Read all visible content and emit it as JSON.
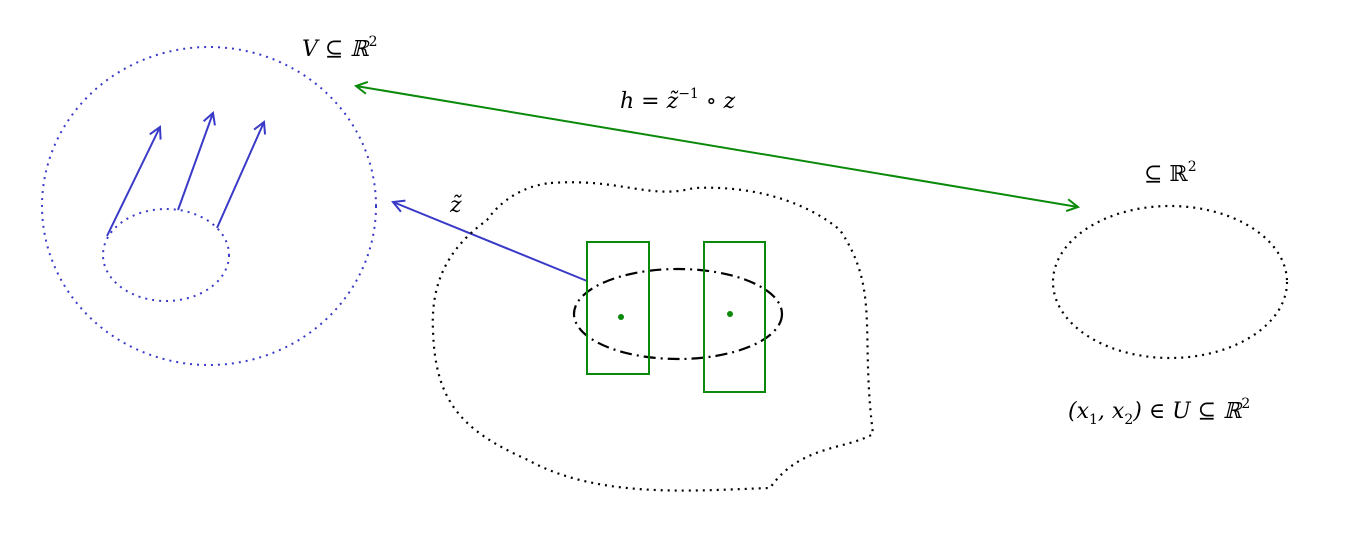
{
  "labels": {
    "v_pre": "V ⊆ ℝ",
    "v_sup": "2",
    "h_pre": "h = ",
    "h_z1": "z̃",
    "h_sup": "−1",
    "h_post": " ∘ z",
    "z_tilde": "z̃",
    "subset_pre": "⊆ ℝ",
    "subset_sup": "2",
    "u_pre": "(x",
    "u_sub1": "1",
    "u_mid": ", x",
    "u_sub2": "2",
    "u_post": ") ∈ U ⊆ ℝ",
    "u_sup": "2"
  },
  "colors": {
    "blue": "#3a3ac8",
    "green": "#0a8a0a",
    "black": "#000000"
  }
}
